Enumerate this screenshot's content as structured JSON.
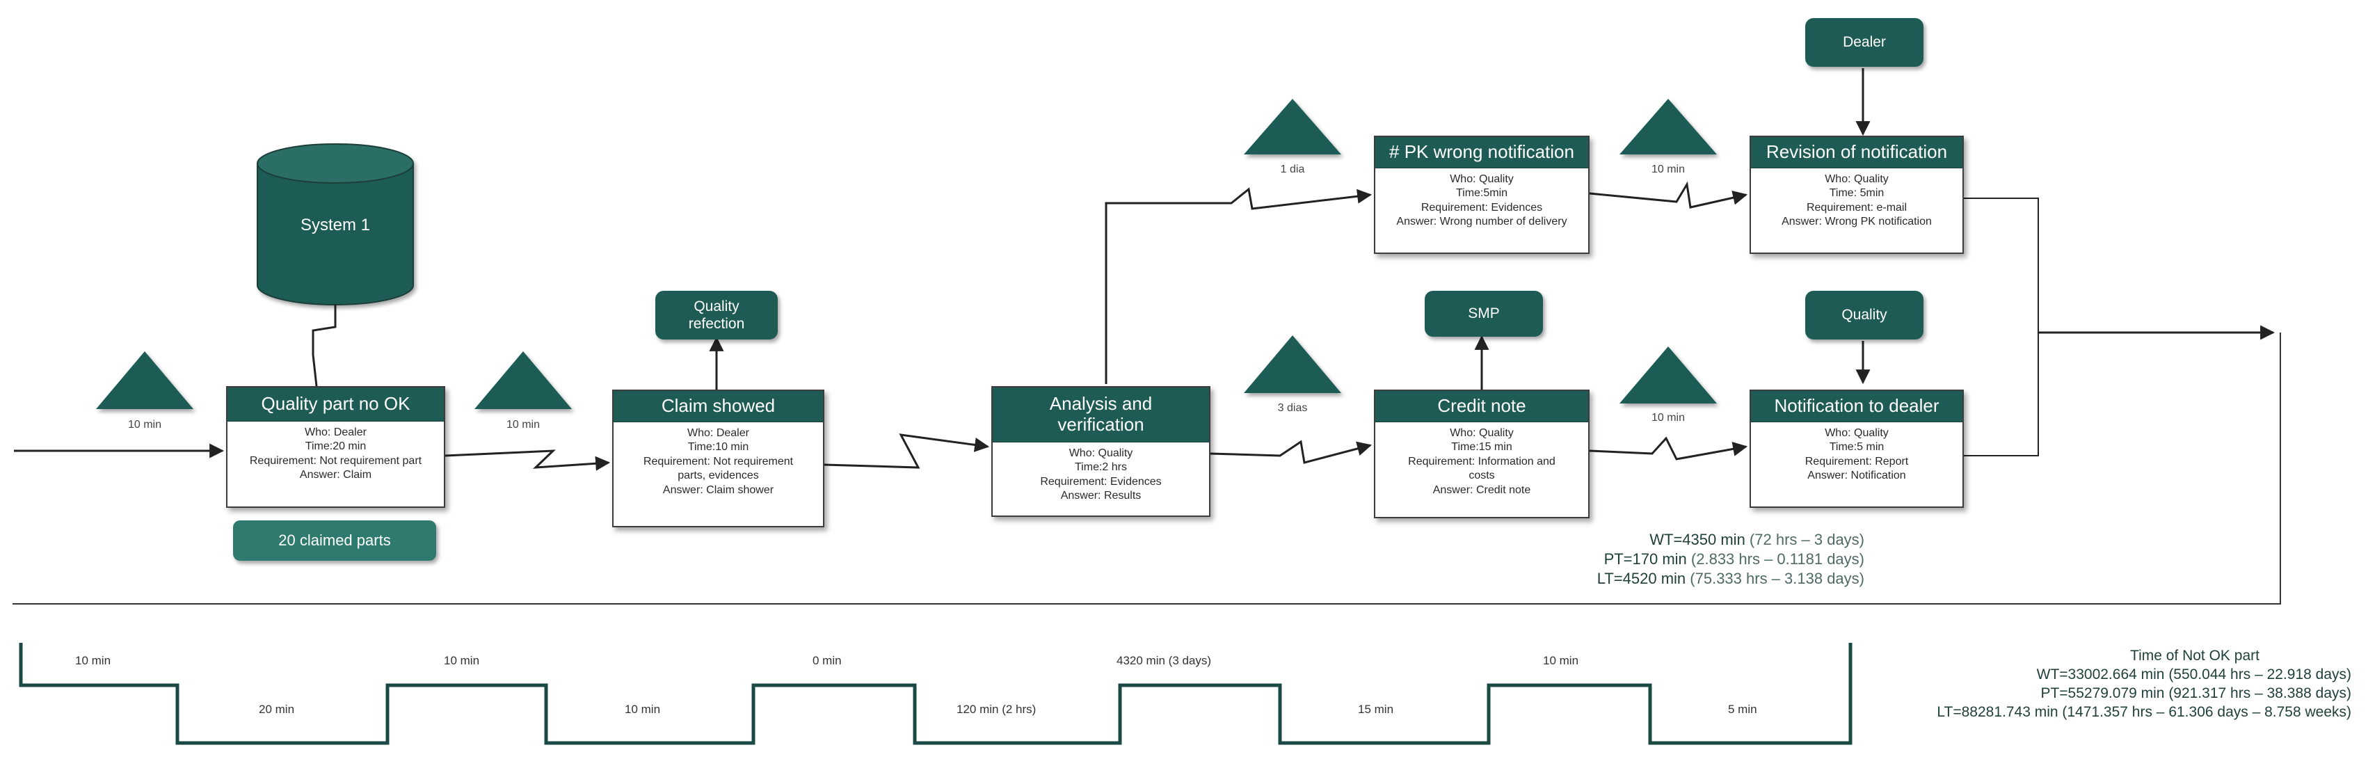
{
  "database": {
    "label": "System 1"
  },
  "inventory": [
    {
      "id": "inv0",
      "label": "10 min"
    },
    {
      "id": "inv1",
      "label": "10 min"
    },
    {
      "id": "inv2",
      "label": "1 dia"
    },
    {
      "id": "inv3",
      "label": "10 min"
    },
    {
      "id": "inv4",
      "label": "3 dias"
    },
    {
      "id": "inv5",
      "label": "10 min"
    }
  ],
  "processes": [
    {
      "id": "quality-part-no-ok",
      "title": "Quality part no OK",
      "lines": [
        "Who: Dealer",
        "Time:20 min",
        "Requirement: Not requirement part",
        "Answer: Claim"
      ]
    },
    {
      "id": "claim-showed",
      "title": "Claim showed",
      "lines": [
        "Who: Dealer",
        "Time:10 min",
        "Requirement: Not requirement",
        "parts, evidences",
        "Answer: Claim shower"
      ]
    },
    {
      "id": "analysis-and-verification",
      "title": "Analysis and verification",
      "lines": [
        "Who: Quality",
        "Time:2 hrs",
        "Requirement: Evidences",
        "Answer: Results"
      ]
    },
    {
      "id": "pk-wrong-notification",
      "title": "# PK wrong notification",
      "lines": [
        "Who: Quality",
        "Time:5min",
        "Requirement: Evidences",
        "Answer: Wrong number of delivery"
      ]
    },
    {
      "id": "credit-note",
      "title": "Credit note",
      "lines": [
        "Who: Quality",
        "Time:15 min",
        "Requirement: Information and",
        "costs",
        "Answer: Credit note"
      ]
    },
    {
      "id": "revision-of-notification",
      "title": "Revision of notification",
      "lines": [
        "Who: Quality",
        "Time: 5min",
        "Requirement: e-mail",
        "Answer: Wrong PK notification"
      ]
    },
    {
      "id": "notification-to-dealer",
      "title": "Notification to dealer",
      "lines": [
        "Who: Quality",
        "Time:5 min",
        "Requirement: Report",
        "Answer: Notification"
      ]
    }
  ],
  "tags": {
    "claimed_parts": "20 claimed parts",
    "quality_refection": "Quality refection",
    "smp": "SMP",
    "dealer": "Dealer",
    "quality": "Quality"
  },
  "metrics": {
    "wt_main": "WT=4350 min",
    "wt_dim": " (72 hrs – 3 days)",
    "pt_main": "PT=170 min",
    "pt_dim": " (2.833 hrs – 0.1181 days)",
    "lt_main": "LT=4520 min",
    "lt_dim": " (75.333 hrs – 3.138 days)"
  },
  "timeline": {
    "upper": [
      "10 min",
      "10 min",
      "0 min",
      "4320 min (3 days)",
      "10 min"
    ],
    "lower": [
      "20 min",
      "10 min",
      "120 min (2 hrs)",
      "15 min",
      "5 min"
    ]
  },
  "summary": {
    "heading": "Time of Not OK part",
    "wt_main": "WT=33002.664 min",
    "wt_dim": " (550.044 hrs – 22.918 days)",
    "pt_main": "PT=55279.079 min",
    "pt_dim": " (921.317 hrs – 38.388 days)",
    "lt_main": "LT=88281.743 min",
    "lt_dim": " (1471.357 hrs – 61.306 days – 8.758 weeks)"
  }
}
